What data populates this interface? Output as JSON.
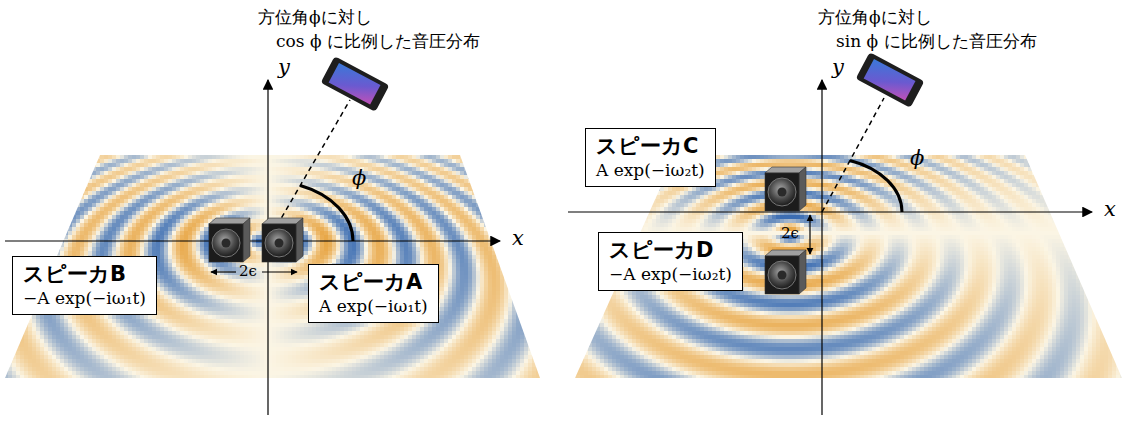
{
  "diagram": {
    "nodes": [
      {
        "text": [
          "スピーカB",
          "−A exp(−iω₁t)"
        ]
      },
      {
        "text": [
          "スピーカA",
          "A exp(−iω₁t)"
        ]
      },
      {
        "text": [
          "スピーカC",
          "A exp(−iω₂t)"
        ]
      },
      {
        "text": [
          "スピーカD",
          "−A exp(−iω₂t)"
        ]
      }
    ],
    "labels": [
      "方位角ϕに対し",
      "cos ϕ に比例した音圧分布",
      "y",
      "x",
      "ϕ",
      "2ϵ",
      "方位角ϕに対し",
      "sin ϕ に比例した音圧分布",
      "y",
      "x",
      "ϕ",
      "2ϵ"
    ]
  }
}
